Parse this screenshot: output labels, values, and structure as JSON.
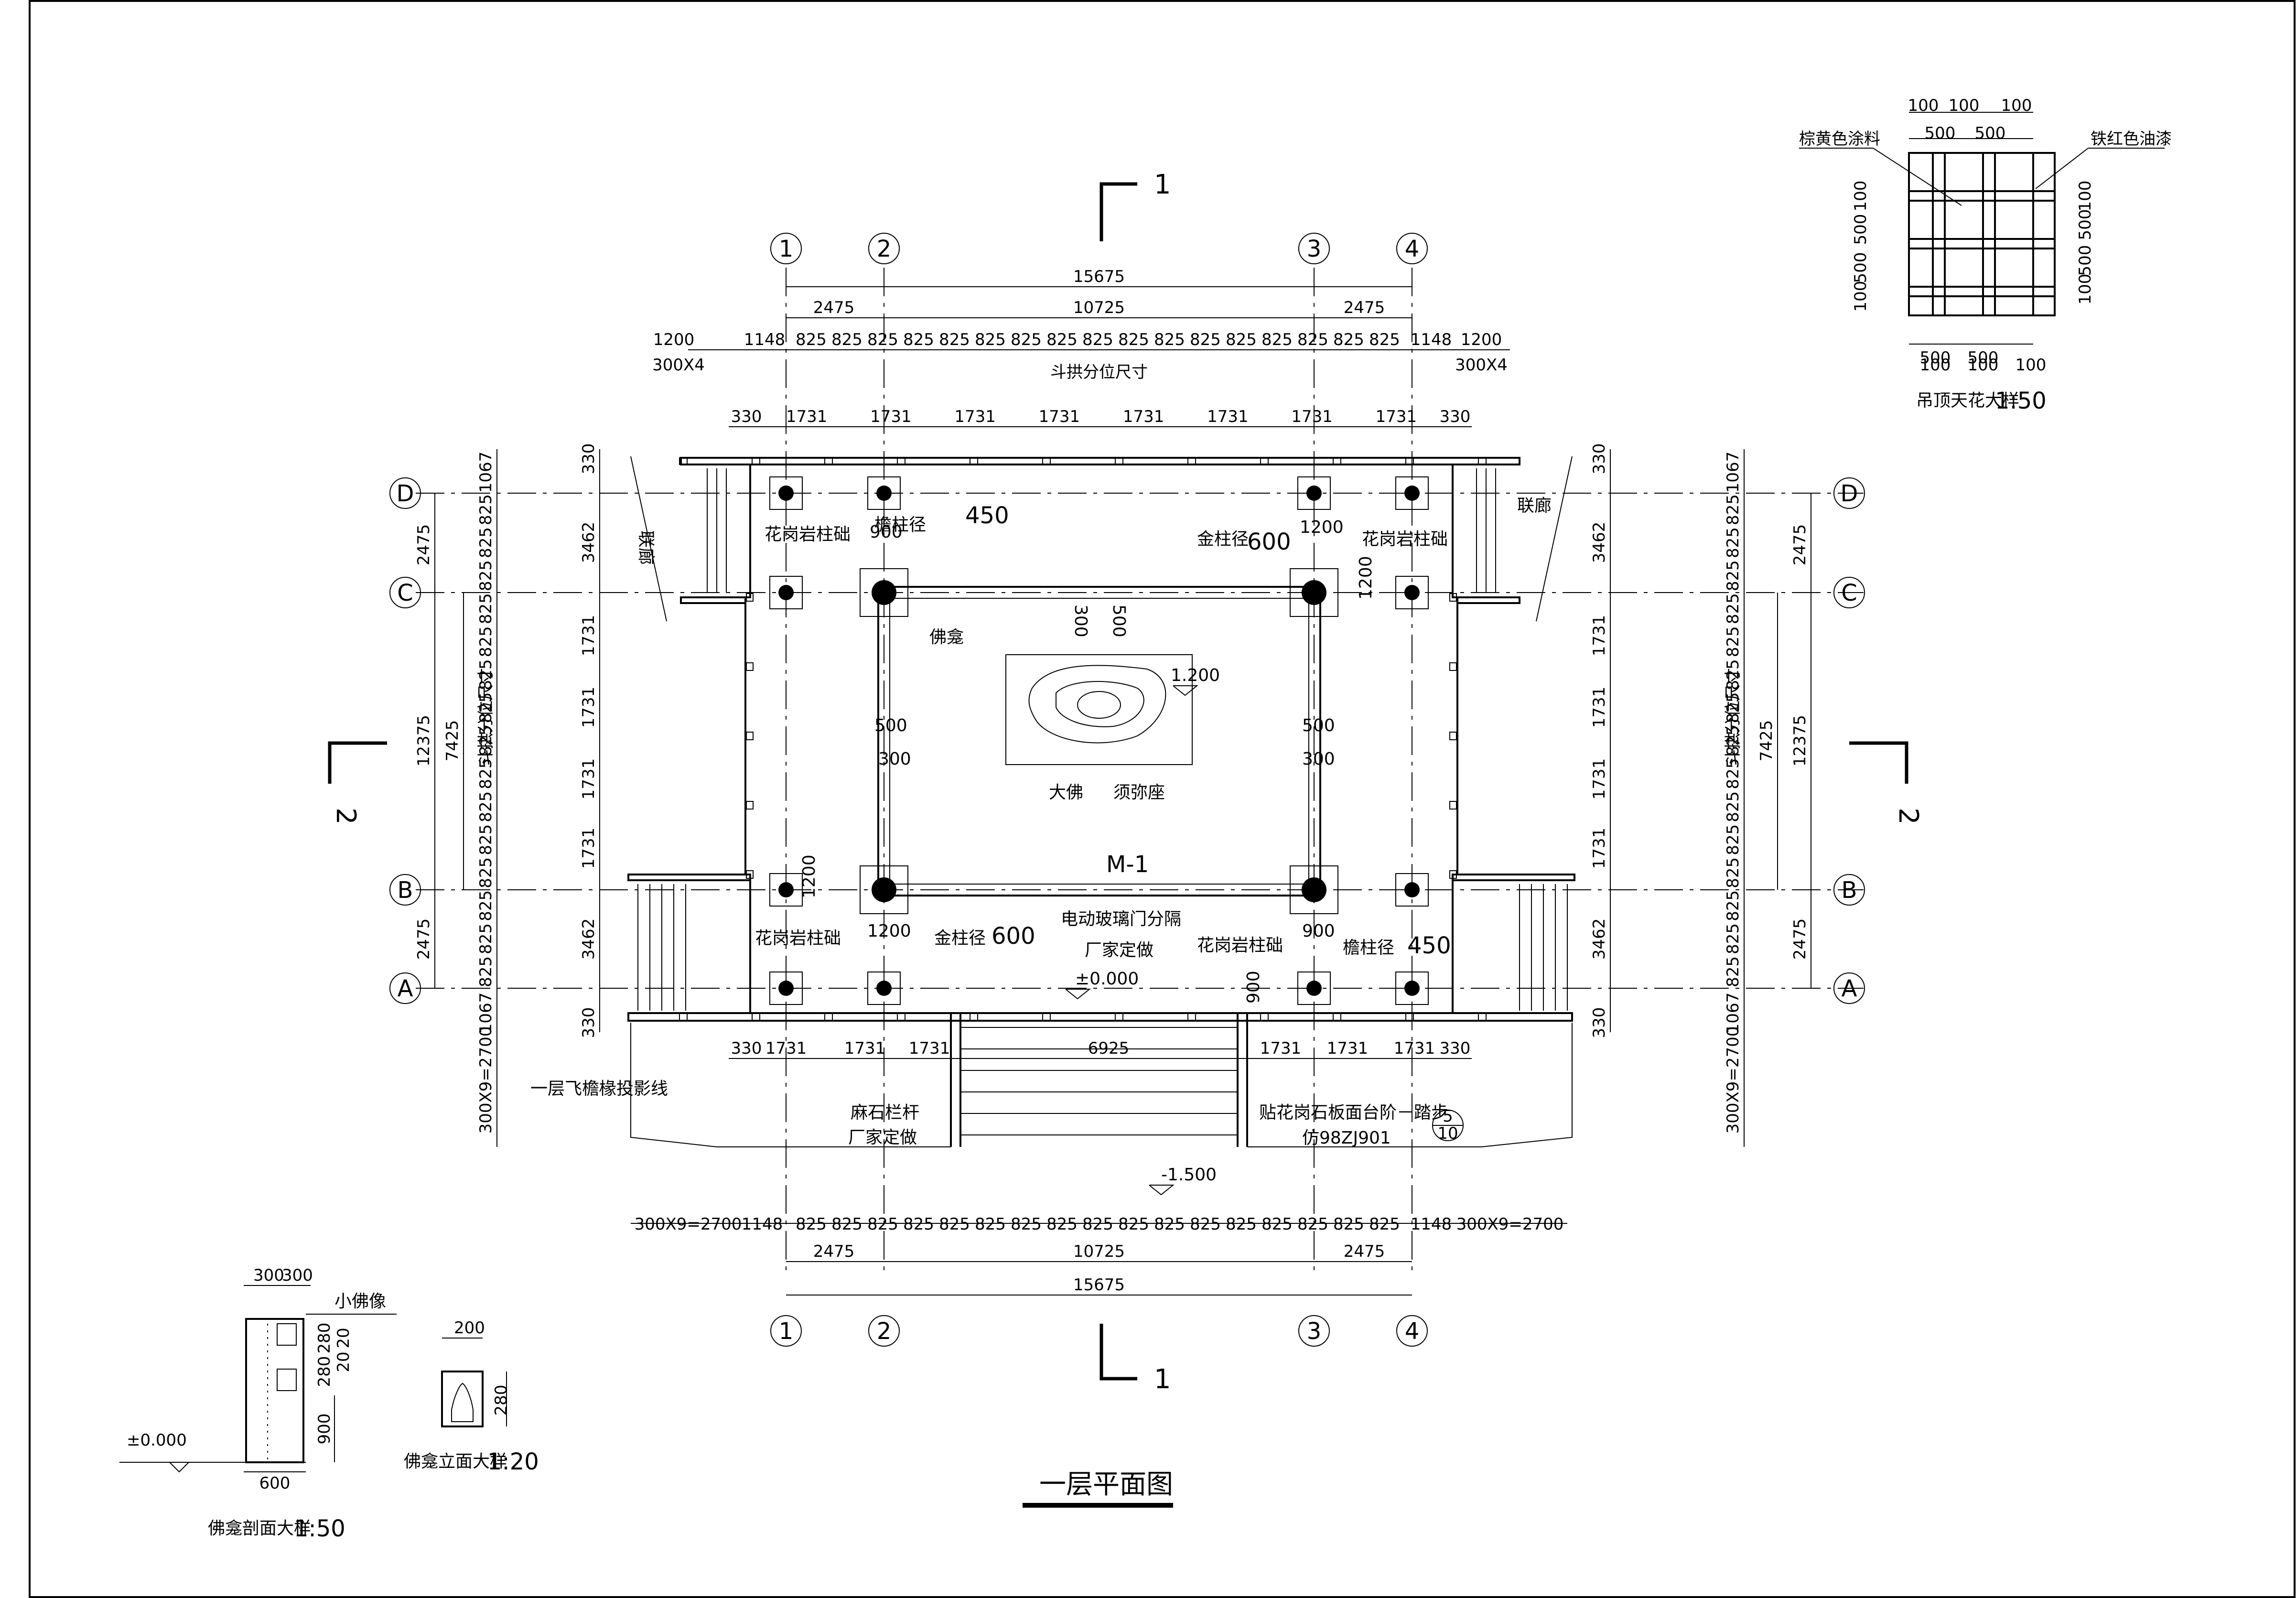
{
  "drawing": {
    "title": "一层平面图",
    "section_1": "1",
    "section_2": "2",
    "axes_x": [
      "1",
      "2",
      "3",
      "4"
    ],
    "axes_y": [
      "A",
      "B",
      "C",
      "D"
    ],
    "dims_top": {
      "total": "15675",
      "mid": "10725",
      "side": "2475",
      "bracket_set": "斗拱分位尺寸",
      "step": "300X4",
      "edge": "1200",
      "bay_edge": "1148",
      "bay": "825",
      "rafter": "1731",
      "end": "330"
    },
    "dims_bottom": {
      "step_total": "300X9=2700",
      "stair_width": "6925"
    },
    "dims_side": {
      "total": "12375",
      "mid": "7425",
      "side": "2475",
      "outer": "3462",
      "bay_edge": "1067",
      "step": "300X9=2700"
    },
    "labels": {
      "corridor": "联廊",
      "granite_base": "花岗岩柱础",
      "eave_col": "檐柱径",
      "eave_col_size": "450",
      "gold_col": "金柱径",
      "gold_col_size": "600",
      "niche": "佛龛",
      "big_buddha": "大佛",
      "sumeru": "须弥座",
      "door": "M-1",
      "glass_door": "电动玻璃门分隔",
      "vendor": "厂家定做",
      "elev_0": "±0.000",
      "elev_1200": "1.200",
      "elev_m1500": "-1.500",
      "eave_proj": "一层飞檐椽投影线",
      "railing": "麻石栏杆",
      "stairs": "贴花岗石板面台阶－踏步",
      "ref": "仿98ZJ901",
      "ref_num": "5",
      "ref_den": "10",
      "d900": "900",
      "d1200": "1200",
      "d300": "300",
      "d500": "500"
    },
    "ceiling_detail": {
      "title": "吊顶天花大样",
      "scale": "1:50",
      "paint_left": "棕黄色涂料",
      "paint_right": "铁红色油漆",
      "d100": "100",
      "d500": "500"
    },
    "niche_section": {
      "title": "佛龛剖面大样",
      "scale": "1:50",
      "small_buddha": "小佛像",
      "d300": "300",
      "d600": "600",
      "d900": "900",
      "d280": "280",
      "d20": "20",
      "elev": "±0.000"
    },
    "niche_elev": {
      "title": "佛龛立面大样",
      "scale": "1:20",
      "d200": "200",
      "d280": "280"
    }
  }
}
